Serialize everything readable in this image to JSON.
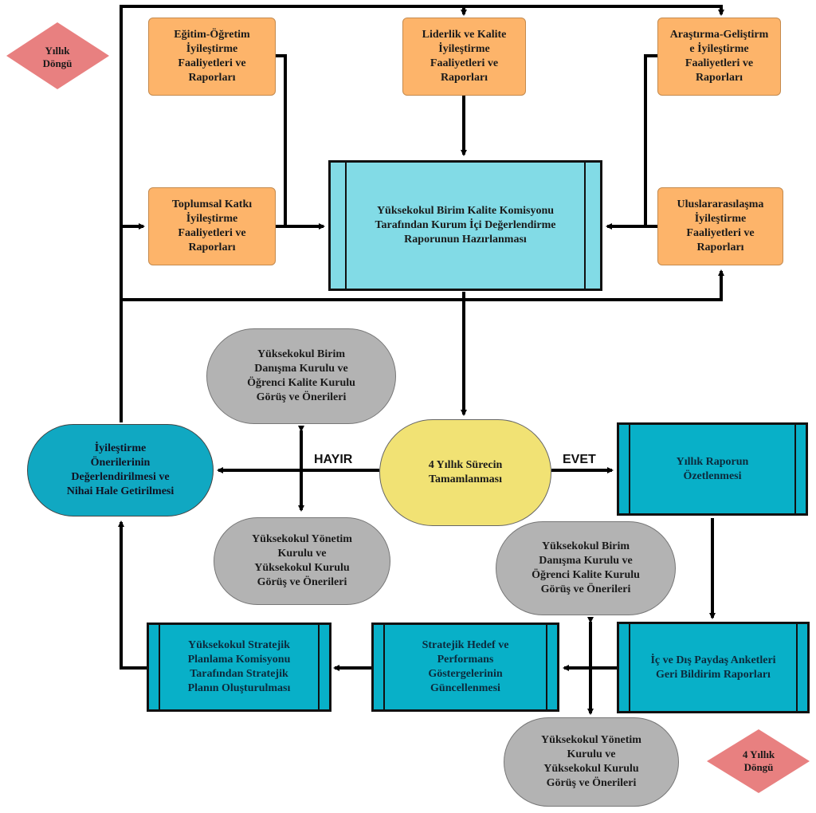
{
  "legend": {
    "annual_cycle": "Yıllık\nDöngü",
    "four_year_cycle": "4 Yıllık\nDöngü"
  },
  "colors": {
    "orange": "#fdb46a",
    "light_cyan": "#82dbe6",
    "teal": "#08b0c8",
    "gray": "#b3b3b3",
    "yellow": "#f1e274",
    "pink": "#e88080"
  },
  "nodes": {
    "education": "Eğitim-Öğretim\nİyileştirme\nFaaliyetleri ve\nRaporları",
    "leadership": "Liderlik ve Kalite\nİyileştirme\nFaaliyetleri ve\nRaporları",
    "research": "Araştırma-Geliştirm\ne İyileştirme\nFaaliyetleri ve\nRaporları",
    "community": "Toplumsal Katkı\nİyileştirme\nFaaliyetleri ve\nRaporları",
    "internationalization": "Uluslararasılaşma\nİyileştirme\nFaaliyetleri ve\nRaporları",
    "self_assessment": "Yüksekokul Birim Kalite Komisyonu\nTarafından Kurum İçi Değerlendirme\nRaporunun Hazırlanması",
    "advisory_top": "Yüksekokul Birim\nDanışma Kurulu ve\nÖğrenci Kalite Kurulu\nGörüş ve Önerileri",
    "management_mid": "Yüksekokul Yönetim\nKurulu ve\nYüksekokul Kurulu\nGörüş ve Önerileri",
    "improvement_eval": "İyileştirme\nÖnerilerinin\nDeğerlendirilmesi ve\nNihai Hale Getirilmesi",
    "decision": "4 Yıllık Sürecin\nTamamlanması",
    "annual_summary": "Yıllık Raporun\nÖzetlenmesi",
    "advisory_right": "Yüksekokul Birim\nDanışma Kurulu ve\nÖğrenci Kalite Kurulu\nGörüş ve Önerileri",
    "stakeholder_surveys": "İç ve Dış Paydaş Anketleri\nGeri Bildirim Raporları",
    "strategic_targets": "Stratejik Hedef ve\nPerformans\nGöstergelerinin\nGüncellenmesi",
    "strategic_plan": "Yüksekokul Stratejik\nPlanlama Komisyonu\nTarafından Stratejik\nPlanın Oluşturulması",
    "management_bottom": "Yüksekokul Yönetim\nKurulu ve\nYüksekokul Kurulu\nGörüş ve Önerileri"
  },
  "edge_labels": {
    "no": "HAYIR",
    "yes": "EVET"
  }
}
